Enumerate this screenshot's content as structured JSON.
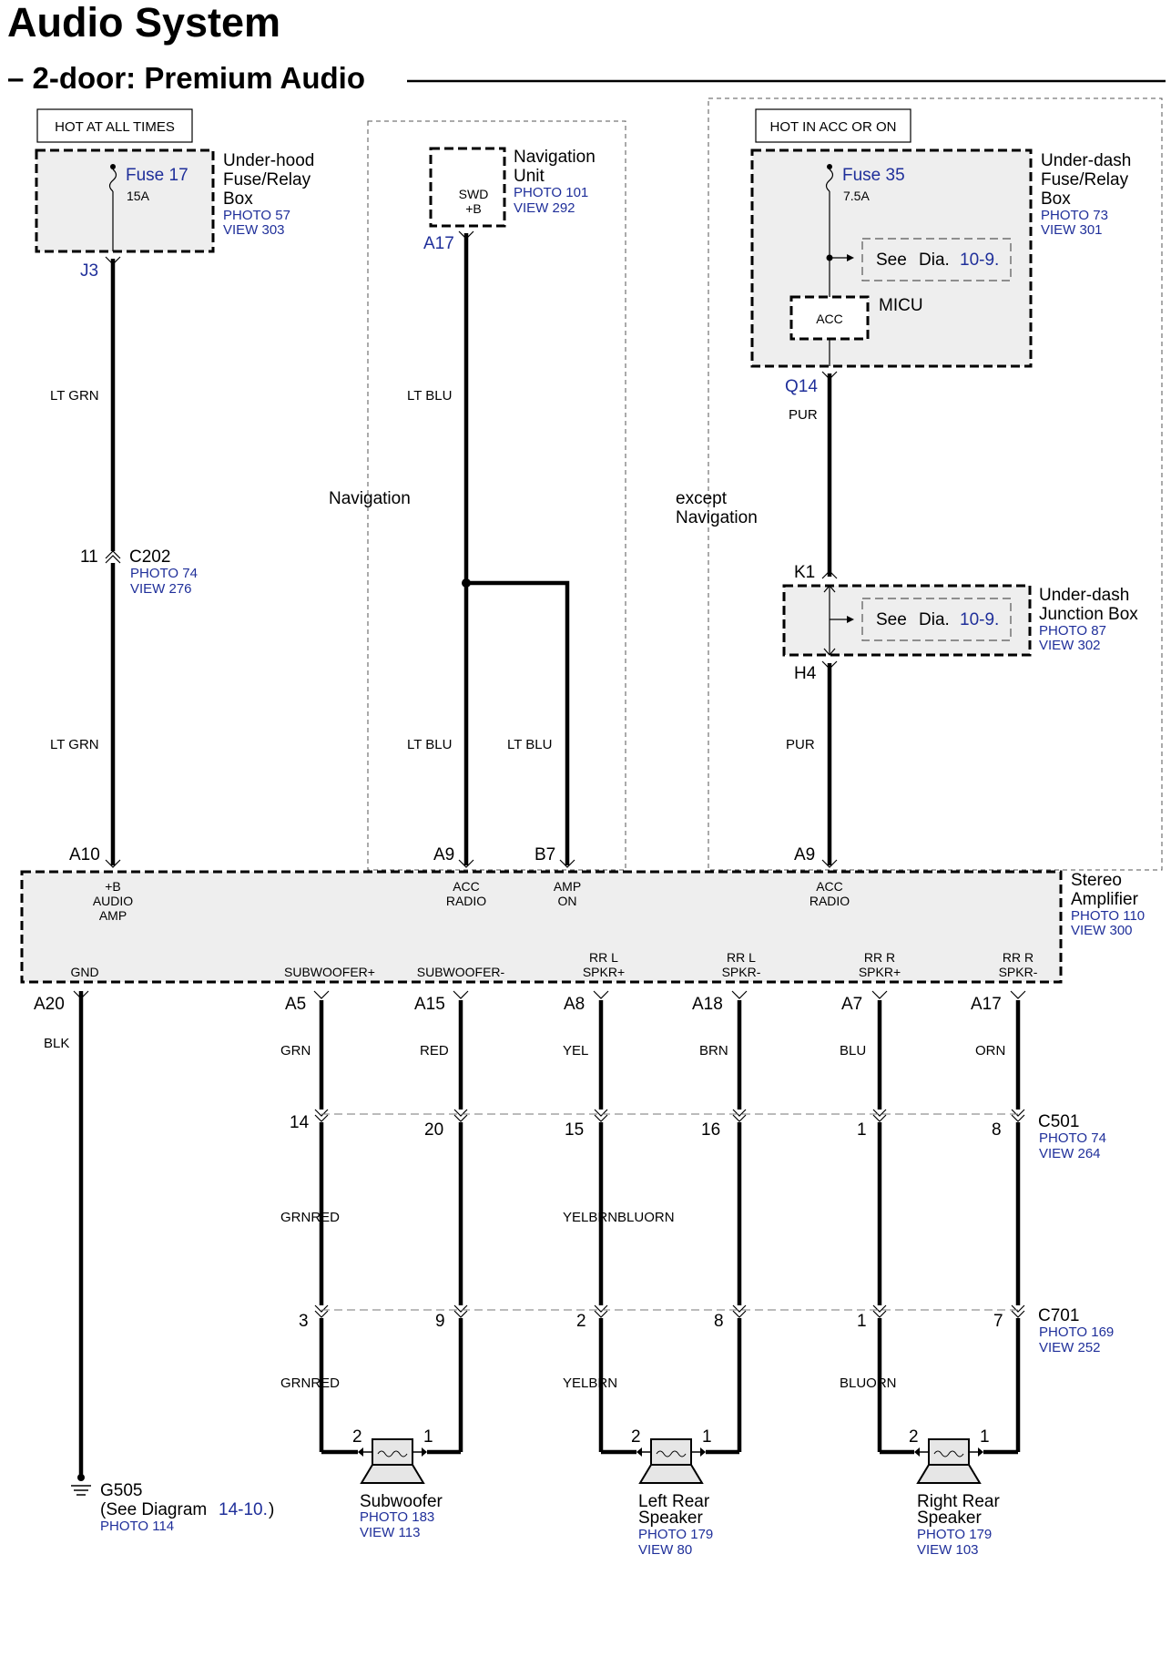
{
  "title": "Audio System",
  "subtitle": "– 2-door: Premium Audio",
  "hot_labels": {
    "left": "HOT AT ALL TIMES",
    "right": "HOT IN ACC OR ON"
  },
  "region_labels": {
    "navigation": "Navigation",
    "except_1": "except",
    "except_2": "Navigation"
  },
  "underhood_box": {
    "fuse": "Fuse 17",
    "amps": "15A",
    "name_1": "Under-hood",
    "name_2": "Fuse/Relay",
    "name_3": "Box",
    "photo": "PHOTO 57",
    "view": "VIEW 303",
    "pin": "J3"
  },
  "nav_unit": {
    "name_1": "Navigation",
    "name_2": "Unit",
    "photo": "PHOTO 101",
    "view": "VIEW 292",
    "terminal_1": "SWD",
    "terminal_2": "+B",
    "pin": "A17"
  },
  "underdash_box": {
    "fuse": "Fuse 35",
    "amps": "7.5A",
    "name_1": "Under-dash",
    "name_2": "Fuse/Relay",
    "name_3": "Box",
    "photo": "PHOTO 73",
    "view": "VIEW 301",
    "see_text": "See",
    "dia_text": "Dia.",
    "dia_ref": "10-9.",
    "micu": "MICU",
    "acc": "ACC",
    "pin": "Q14"
  },
  "junction_box": {
    "name_1": "Under-dash",
    "name_2": "Junction Box",
    "photo": "PHOTO 87",
    "view": "VIEW 302",
    "see_text": "See",
    "dia_text": "Dia.",
    "dia_ref": "10-9.",
    "pin_in": "K1",
    "pin_out": "H4"
  },
  "c202": {
    "name": "C202",
    "pin": "11",
    "photo": "PHOTO 74",
    "view": "VIEW 276"
  },
  "wire_colors": {
    "lt_grn_upper": "LT GRN",
    "lt_grn_lower": "LT GRN",
    "lt_blu_upper": "LT BLU",
    "lt_blu_lower_left": "LT BLU",
    "lt_blu_lower_right": "LT BLU",
    "pur_upper": "PUR",
    "pur_lower": "PUR",
    "blk": "BLK",
    "grn": "GRN",
    "red": "RED",
    "yel": "YEL",
    "brn": "BRN",
    "blu": "BLU",
    "orn": "ORN",
    "mid_1": "GRNRED",
    "mid_2": "YELBRNBLUORN",
    "low_1": "GRNRED",
    "low_2": "YELBRN",
    "low_3": "BLUORN"
  },
  "amplifier": {
    "name_1": "Stereo",
    "name_2": "Amplifier",
    "photo": "PHOTO 110",
    "view": "VIEW 300",
    "top_pins": [
      "A10",
      "A9",
      "B7",
      "A9"
    ],
    "top_terminals": [
      [
        "+B",
        "AUDIO",
        "AMP"
      ],
      [
        "ACC",
        "RADIO"
      ],
      [
        "AMP",
        "ON"
      ],
      [
        "ACC",
        "RADIO"
      ]
    ],
    "bottom_pins": [
      "A20",
      "A5",
      "A15",
      "A8",
      "A18",
      "A7",
      "A17"
    ],
    "bottom_terminals": [
      [
        "GND"
      ],
      [
        "SUBWOOFER+"
      ],
      [
        "SUBWOOFER-"
      ],
      [
        "RR L",
        "SPKR+"
      ],
      [
        "RR L",
        "SPKR-"
      ],
      [
        "RR R",
        "SPKR+"
      ],
      [
        "RR R",
        "SPKR-"
      ]
    ]
  },
  "c501": {
    "name": "C501",
    "photo": "PHOTO 74",
    "view": "VIEW 264",
    "pins": [
      "14",
      "20",
      "15",
      "16",
      "1",
      "8"
    ]
  },
  "c701": {
    "name": "C701",
    "photo": "PHOTO 169",
    "view": "VIEW 252",
    "pins": [
      "3",
      "9",
      "2",
      "8",
      "1",
      "7"
    ]
  },
  "ground": {
    "name": "G505",
    "see_text": "(See Diagram",
    "diagram_ref": "14-10.",
    "close": ")",
    "photo": "PHOTO 114"
  },
  "speakers": [
    {
      "name_1": "Subwoofer",
      "name_2": "",
      "photo": "PHOTO 183",
      "view": "VIEW 113",
      "pin_left": "2",
      "pin_right": "1"
    },
    {
      "name_1": "Left Rear",
      "name_2": "Speaker",
      "photo": "PHOTO 179",
      "view": "VIEW 80",
      "pin_left": "2",
      "pin_right": "1"
    },
    {
      "name_1": "Right Rear",
      "name_2": "Speaker",
      "photo": "PHOTO 179",
      "view": "VIEW 103",
      "pin_left": "2",
      "pin_right": "1"
    }
  ]
}
